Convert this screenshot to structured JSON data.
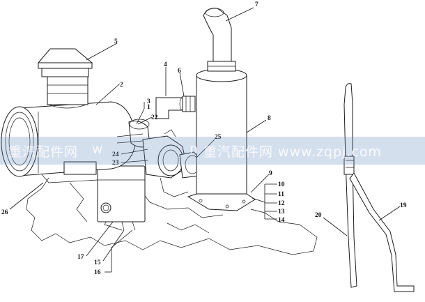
{
  "callouts": [
    "1",
    "2",
    "3",
    "4",
    "5",
    "6",
    "7",
    "8",
    "9",
    "10",
    "11",
    "12",
    "13",
    "14",
    "15",
    "16",
    "17",
    "19",
    "20",
    "22",
    "23",
    "24",
    "25",
    "26"
  ],
  "watermark": {
    "text_left": "重汽配件网",
    "text_mid": "w",
    "text_mid2": "n",
    "text_right": "重汽配件网 www.zqpj.com"
  }
}
